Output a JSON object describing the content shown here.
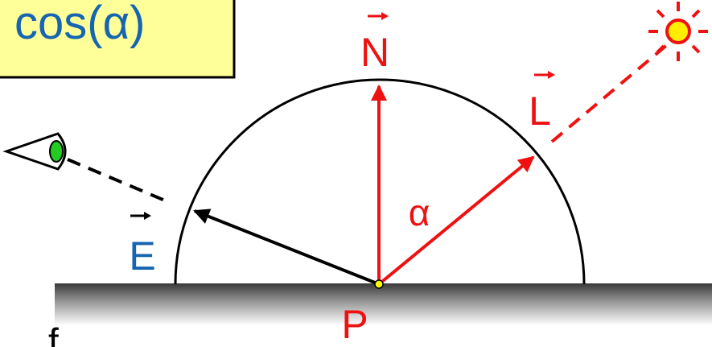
{
  "title_box": {
    "formula": "cos(α)"
  },
  "labels": {
    "normal": "N",
    "light": "L",
    "eye": "E",
    "angle": "α",
    "point": "P",
    "footer_glyph": "f"
  },
  "colors": {
    "formula_text": "#1565b0",
    "formula_box_fill": "#ffff99",
    "formula_box_border": "#000000",
    "red": "#ee1111",
    "blue": "#1565b0",
    "black": "#000000",
    "eye_pupil": "#22cc22",
    "sun_core": "#ffee00",
    "point_dot": "#ffff00"
  },
  "icons": {
    "eye": "eye-icon",
    "sun": "sun-icon"
  }
}
